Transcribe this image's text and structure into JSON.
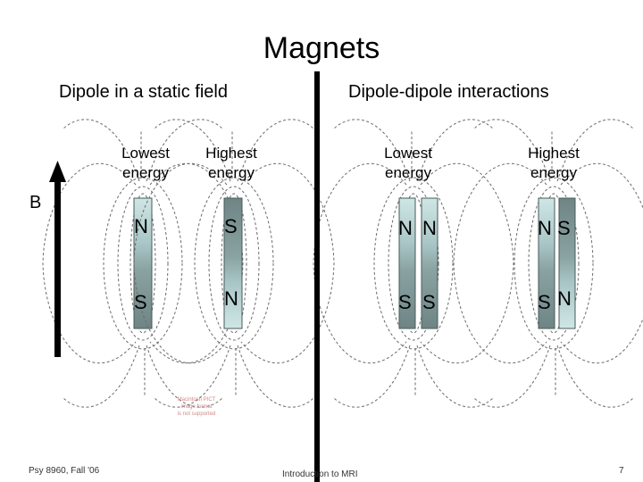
{
  "slide": {
    "title": "Magnets",
    "left_heading": "Dipole in a static field",
    "right_heading": "Dipole-dipole interactions",
    "field_label": "B",
    "columns": [
      {
        "label": "Lowest\nenergy",
        "top_pole": "N",
        "bottom_pole": "S"
      },
      {
        "label": "Highest\nenergy",
        "top_pole": "S",
        "bottom_pole": "N"
      },
      {
        "label": "Lowest\nenergy",
        "top_poles": [
          "N",
          "N"
        ],
        "bottom_poles": [
          "S",
          "S"
        ]
      },
      {
        "label": "Highest\nenergy",
        "top_poles": [
          "N",
          "S"
        ],
        "bottom_poles": [
          "S",
          "N"
        ]
      }
    ],
    "image_notice": "Macintosh PICT\nimage format\nis not supported",
    "footer_left": "Psy 8960, Fall '06",
    "footer_center": "Introduction to MRI",
    "footer_right": "7"
  },
  "colors": {
    "magnet_top": "#b9d9d9",
    "magnet_mid": "#8fa8a8",
    "magnet_bottom": "#6f8585",
    "field_lines": "#6a6a6a",
    "divider": "#000000"
  }
}
